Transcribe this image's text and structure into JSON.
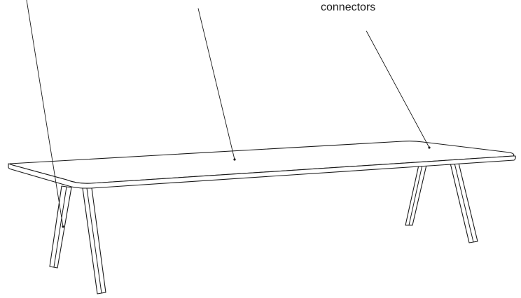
{
  "callouts": [
    {
      "id": "legs",
      "label": ""
    },
    {
      "id": "tabletop",
      "label": ""
    },
    {
      "id": "connectors",
      "label": "connectors"
    }
  ]
}
